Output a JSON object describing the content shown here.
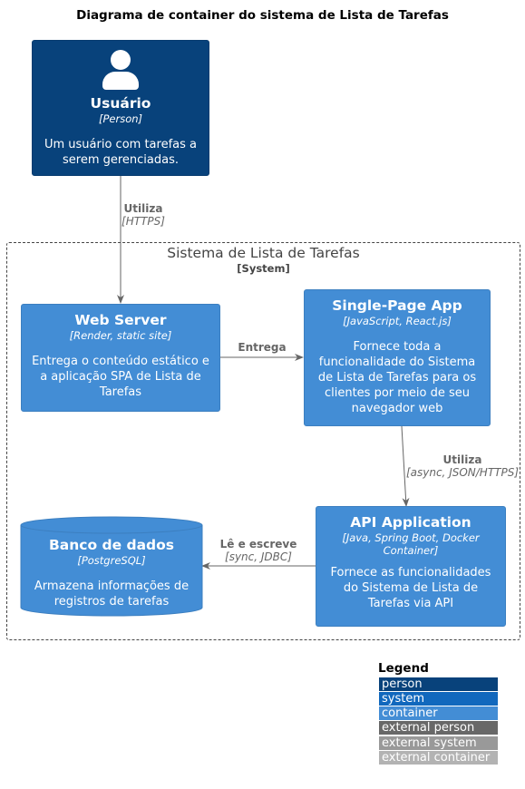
{
  "title": "Diagrama de container do sistema de Lista de Tarefas",
  "person": {
    "name": "Usuário",
    "type": "[Person]",
    "description": "Um usuário com tarefas a serem gerenciadas."
  },
  "boundary": {
    "name": "Sistema de Lista de Tarefas",
    "type": "[System]"
  },
  "containers": {
    "web_server": {
      "name": "Web Server",
      "tech": "[Render, static site]",
      "description": "Entrega o conteúdo estático e a aplicação SPA de Lista de Tarefas"
    },
    "spa": {
      "name": "Single-Page App",
      "tech": "[JavaScript, React.js]",
      "description": "Fornece toda a funcionalidade do Sistema de Lista de Tarefas para os clientes por meio de seu navegador web"
    },
    "api": {
      "name": "API Application",
      "tech": "[Java, Spring Boot, Docker Container]",
      "description": "Fornece as funcionalidades do Sistema de Lista de Tarefas via API"
    },
    "database": {
      "name": "Banco de dados",
      "tech": "[PostgreSQL]",
      "description": "Armazena informações de registros de tarefas"
    }
  },
  "relations": {
    "user_web": {
      "label": "Utiliza",
      "tech": "[HTTPS]"
    },
    "web_spa": {
      "label": "Entrega"
    },
    "spa_api": {
      "label": "Utiliza",
      "tech": "[async, JSON/HTTPS]"
    },
    "api_db": {
      "label": "Lê e escreve",
      "tech": "[sync, JDBC]"
    }
  },
  "legend": {
    "title": "Legend",
    "items": [
      {
        "label": "person",
        "color": "#08427b"
      },
      {
        "label": "system",
        "color": "#1168bd"
      },
      {
        "label": "container",
        "color": "#438dd5"
      },
      {
        "label": "external person",
        "color": "#686868"
      },
      {
        "label": "external system",
        "color": "#999999"
      },
      {
        "label": "external container",
        "color": "#b3b3b3"
      }
    ]
  },
  "colors": {
    "person": "#08427b",
    "container": "#438dd5",
    "arrow": "#666666",
    "boundary": "#444444"
  }
}
